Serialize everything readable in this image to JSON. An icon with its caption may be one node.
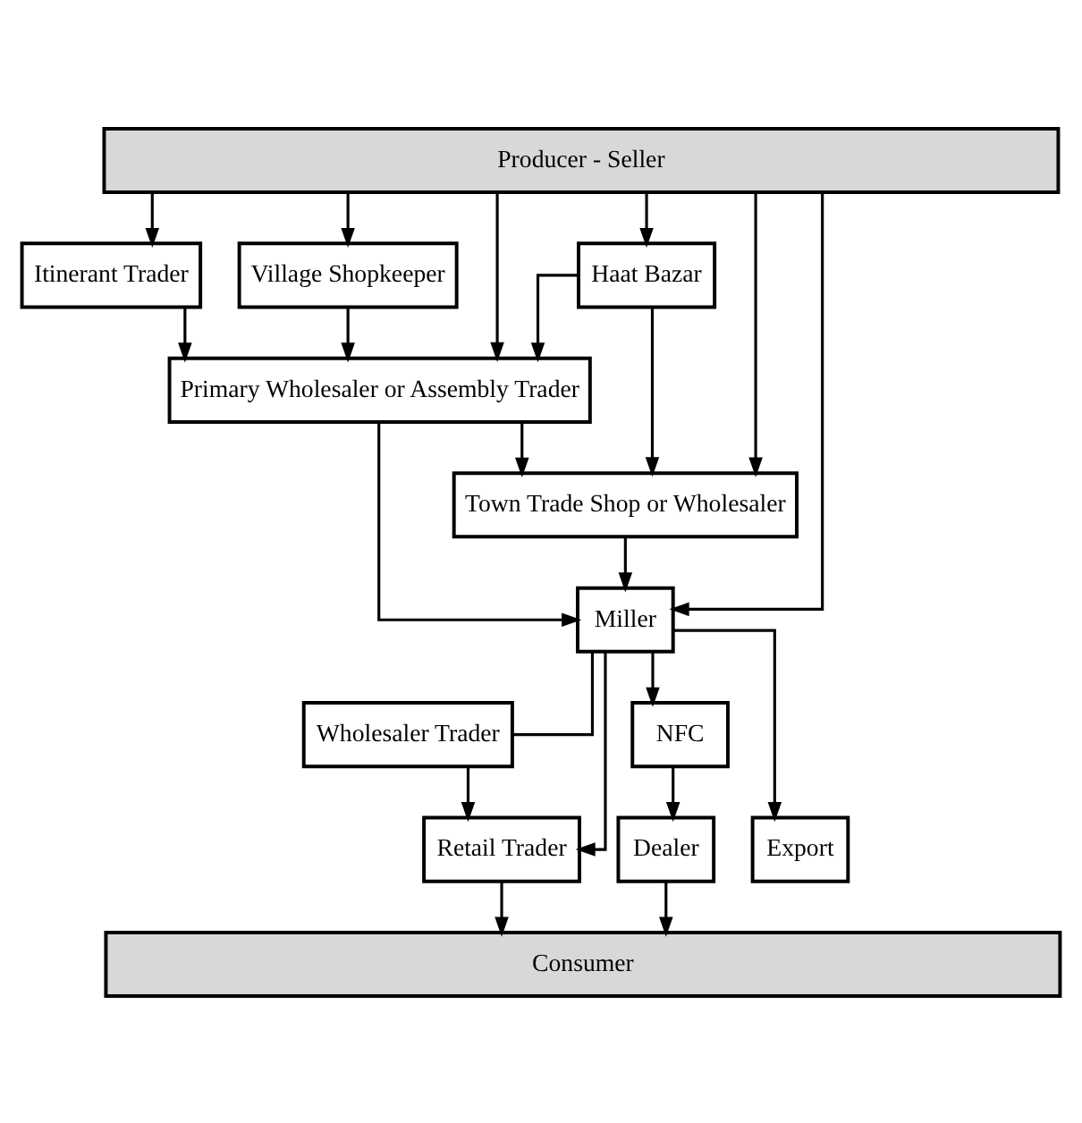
{
  "diagram": {
    "nodes": [
      {
        "text": [
          "Producer - Seller"
        ]
      },
      {
        "text": [
          "Itinerant Trader"
        ]
      },
      {
        "text": [
          "Village Shopkeeper"
        ]
      },
      {
        "text": [
          "Haat Bazar"
        ]
      },
      {
        "text": [
          "Primary Wholesaler or Assembly Trader"
        ]
      },
      {
        "text": [
          "Town Trade Shop or Wholesaler"
        ]
      },
      {
        "text": [
          "Miller"
        ]
      },
      {
        "text": [
          "Wholesaler Trader"
        ]
      },
      {
        "text": [
          "NFC"
        ]
      },
      {
        "text": [
          "Retail Trader"
        ]
      },
      {
        "text": [
          "Dealer"
        ]
      },
      {
        "text": [
          "Export"
        ]
      },
      {
        "text": [
          "Consumer"
        ]
      }
    ],
    "edges": [
      {
        "from": 0,
        "to": 1,
        "arrow": "to"
      },
      {
        "from": 0,
        "to": 2,
        "arrow": "to"
      },
      {
        "from": 0,
        "to": 3,
        "arrow": "to"
      },
      {
        "from": 0,
        "to": 4,
        "arrow": "to"
      },
      {
        "from": 0,
        "to": 5,
        "arrow": "to"
      },
      {
        "from": 0,
        "to": 6,
        "arrow": "to"
      },
      {
        "from": 1,
        "to": 4,
        "arrow": "to"
      },
      {
        "from": 2,
        "to": 4,
        "arrow": "to"
      },
      {
        "from": 3,
        "to": 4,
        "arrow": "to"
      },
      {
        "from": 3,
        "to": 5,
        "arrow": "to"
      },
      {
        "from": 4,
        "to": 5,
        "arrow": "to"
      },
      {
        "from": 4,
        "to": 6,
        "arrow": "to"
      },
      {
        "from": 5,
        "to": 6,
        "arrow": "to"
      },
      {
        "from": 6,
        "to": 7,
        "arrow": "none"
      },
      {
        "from": 6,
        "to": 9,
        "arrow": "to"
      },
      {
        "from": 6,
        "to": 8,
        "arrow": "to"
      },
      {
        "from": 6,
        "to": 11,
        "arrow": "to"
      },
      {
        "from": 7,
        "to": 9,
        "arrow": "to"
      },
      {
        "from": 8,
        "to": 10,
        "arrow": "to"
      },
      {
        "from": 9,
        "to": 12,
        "arrow": "to"
      },
      {
        "from": 10,
        "to": 12,
        "arrow": "to"
      }
    ]
  }
}
